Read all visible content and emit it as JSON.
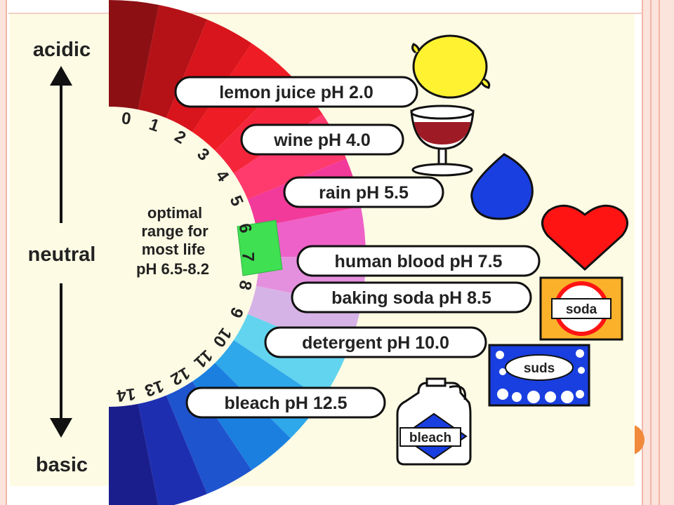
{
  "scale": {
    "top_label": "acidic",
    "middle_label": "neutral",
    "bottom_label": "basic",
    "ph_numbers": [
      "0",
      "1",
      "2",
      "3",
      "4",
      "5",
      "6",
      "7",
      "8",
      "9",
      "10",
      "11",
      "12",
      "13",
      "14"
    ],
    "optimal_note": [
      "optimal",
      "range for",
      "most life",
      "pH 6.5-8.2"
    ],
    "band_colors": [
      "#8c0f14",
      "#b51218",
      "#d8141c",
      "#ee1c24",
      "#f5263c",
      "#ff3a6c",
      "#f13a9a",
      "#ee61c8",
      "#e590de",
      "#d6b3e6",
      "#62d4ef",
      "#2ea8ea",
      "#1b7fe0",
      "#1f54cf",
      "#1d2fb0",
      "#1a1d8c"
    ]
  },
  "substances": [
    {
      "label": "lemon juice pH 2.0",
      "icon": "lemon-icon"
    },
    {
      "label": "wine pH 4.0",
      "icon": "wine-glass-icon"
    },
    {
      "label": "rain pH 5.5",
      "icon": "raindrop-icon"
    },
    {
      "label": "human blood pH 7.5",
      "icon": "heart-icon"
    },
    {
      "label": "baking soda pH 8.5",
      "icon": "soda-box-icon",
      "icon_text": "soda"
    },
    {
      "label": "detergent pH 10.0",
      "icon": "suds-box-icon",
      "icon_text": "suds"
    },
    {
      "label": "bleach pH 12.5",
      "icon": "bleach-jug-icon",
      "icon_text": "bleach"
    }
  ]
}
